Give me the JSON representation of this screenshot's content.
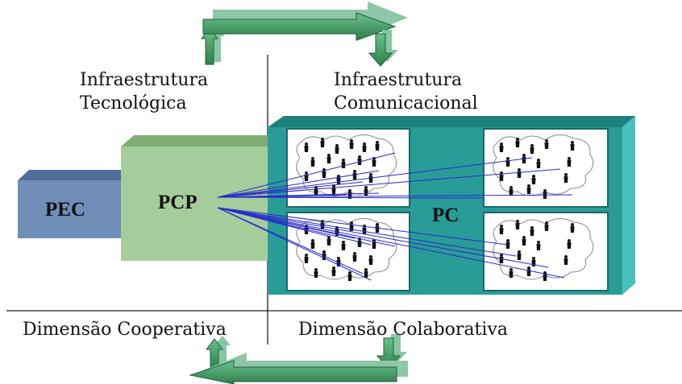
{
  "labels": {
    "infra_tec_line1": "Infraestrutura",
    "infra_tec_line2": "Tecnológica",
    "infra_com_line1": "Infraestrutura",
    "infra_com_line2": "Comunicacional",
    "dim_coop": "Dimensão Cooperativa",
    "dim_colab": "Dimensão Colaborativa"
  },
  "boxes": {
    "pec": "PEC",
    "pcp": "PCP",
    "pc": "PC"
  },
  "colors": {
    "pec": "#6f8fb8",
    "pcp": "#a5cd9b",
    "pc": "#2a9c98",
    "arrow": "#3f9a5e",
    "links": "#2a2acc"
  },
  "icons": [
    "up-arrow-icon",
    "right-arrow-icon",
    "down-arrow-icon",
    "left-arrow-icon",
    "person-icon"
  ]
}
